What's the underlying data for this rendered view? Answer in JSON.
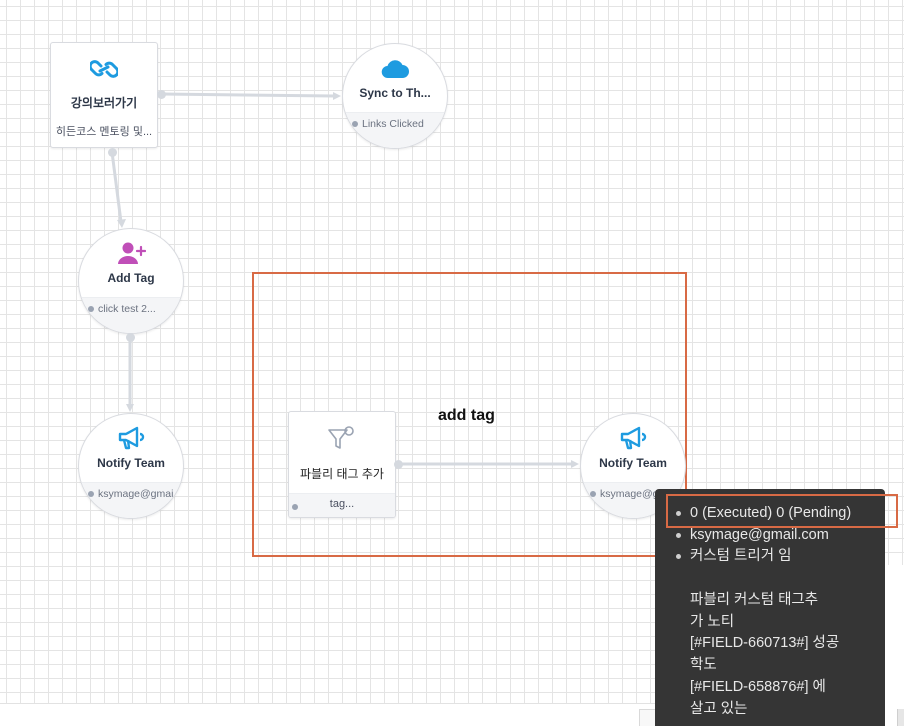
{
  "canvas": {
    "label": "add tag"
  },
  "nodes": {
    "lecture_link": {
      "icon": "link-icon",
      "title": "강의보러가기",
      "subtitle": "히든코스 멘토링 및..."
    },
    "sync": {
      "icon": "cloud-icon",
      "title": "Sync to Th...",
      "footer": "Links Clicked"
    },
    "add_tag": {
      "icon": "user-plus-icon",
      "title": "Add Tag",
      "footer": "click test 2..."
    },
    "notify_team_left": {
      "icon": "megaphone-icon",
      "title": "Notify Team",
      "footer": "ksymage@gmai..."
    },
    "filter": {
      "icon": "filter-icon",
      "title": "파블리 태그 추가",
      "footer": "tag..."
    },
    "notify_team_right": {
      "icon": "megaphone-icon",
      "title": "Notify Team",
      "footer": "ksymage@gmai..."
    }
  },
  "tooltip": {
    "items": [
      "0 (Executed) 0 (Pending)",
      "ksymage@gmail.com",
      "커스텀 트리거 임"
    ],
    "body_lines": [
      "파블리 커스텀 태그추",
      "가 노티",
      "[#FIELD-660713#] 성공",
      "학도",
      "[#FIELD-658876#] 에",
      "살고 있는"
    ]
  },
  "colors": {
    "highlight": "#d86a45",
    "link_icon": "#1e9be0",
    "cloud_icon": "#1e9be0",
    "user_icon": "#c04fb8",
    "megaphone_icon": "#1e9be0",
    "filter_icon": "#9aa3b2",
    "tooltip_bg": "#353535"
  }
}
